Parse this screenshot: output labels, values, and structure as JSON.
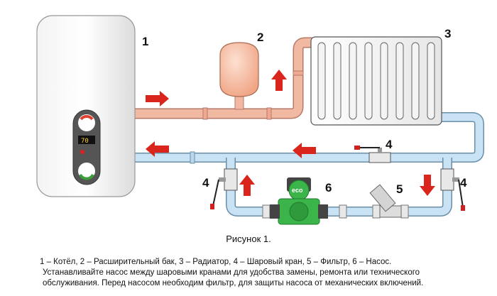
{
  "labels": {
    "boiler": "1",
    "expansion_tank": "2",
    "radiator": "3",
    "ball_valve_top": "4",
    "ball_valve_left": "4",
    "ball_valve_right": "4",
    "filter": "5",
    "pump": "6"
  },
  "boiler_display": "70",
  "pump_logo": "eco",
  "caption": "Рисунок 1.",
  "legend_lines": [
    "1 – Котёл, 2 – Расширительный бак, 3 – Радиатор, 4 – Шаровый кран, 5 – Фильтр, 6 – Насос.",
    "Устанавливайте насос между шаровыми кранами для удобства замены, ремонта или технического",
    "обслуживания. Перед насосом необходим фильтр, для защиты насоса от механических включений."
  ],
  "colors": {
    "supply_pipe": "#f2b9a2",
    "return_pipe": "#c9e3f5",
    "arrow": "#d9251c",
    "pump_body": "#3bb54a",
    "tank": "#f5b89c"
  }
}
